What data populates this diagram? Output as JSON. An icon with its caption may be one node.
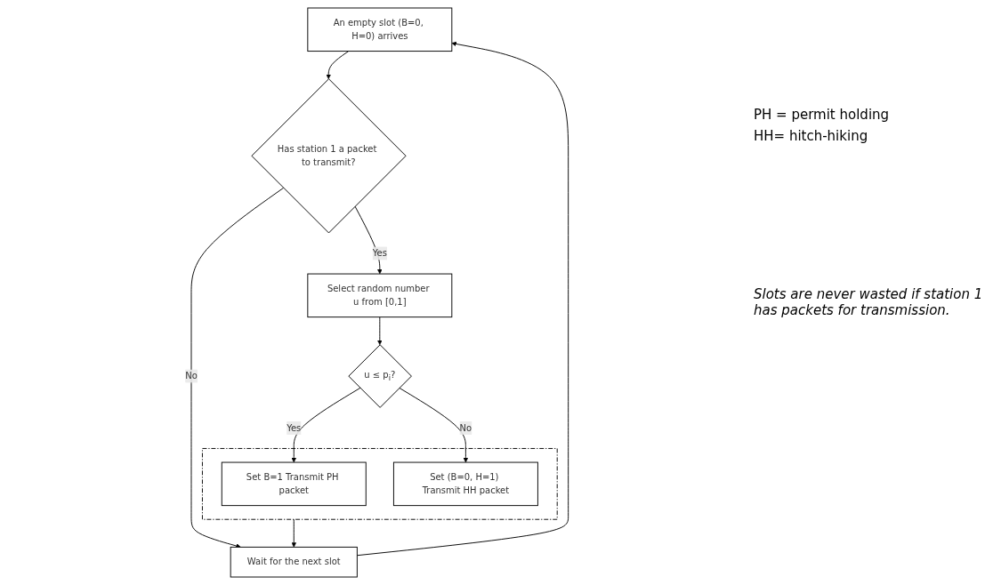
{
  "diagram": {
    "nodes": [
      {
        "text": [
          "An empty slot (B=0, H=0) arrives"
        ]
      },
      {
        "text": [
          "Has station 1 a packet to transmit?"
        ]
      },
      {
        "text": [
          "Wait for the next slot"
        ]
      },
      {
        "text": [
          "Select random number u from [0,1]"
        ]
      },
      {
        "text": [
          "u ≤ p$_{i}$?"
        ]
      },
      {
        "text": [],
        "shape": "box"
      },
      {
        "text": [
          "Set B=1 Transmit PH packet"
        ],
        "in": 5
      },
      {
        "text": [
          "Set (B=0, H=1) Transmit HH packet"
        ],
        "in": 5
      }
    ],
    "edges": [
      {
        "from": 0,
        "to": 1,
        "arrow": "to"
      },
      {
        "from": 1,
        "to": 2,
        "arrow": "to",
        "label": "No"
      },
      {
        "from": 2,
        "to": 0,
        "arrow": "to"
      },
      {
        "from": 1,
        "to": 3,
        "arrow": "to",
        "label": "Yes"
      },
      {
        "from": 3,
        "to": 4,
        "arrow": "to"
      },
      {
        "from": 4,
        "to": 6,
        "arrow": "to",
        "label": "Yes"
      },
      {
        "from": 4,
        "to": 7,
        "arrow": "to",
        "label": "No"
      },
      {
        "from": 5,
        "to": 2,
        "arrow": "to"
      }
    ],
    "labels": [
      "PH = permit holding",
      "HH= hitch-hiking",
      "Slots are never wasted if station 1 has packets for transmission."
    ]
  }
}
